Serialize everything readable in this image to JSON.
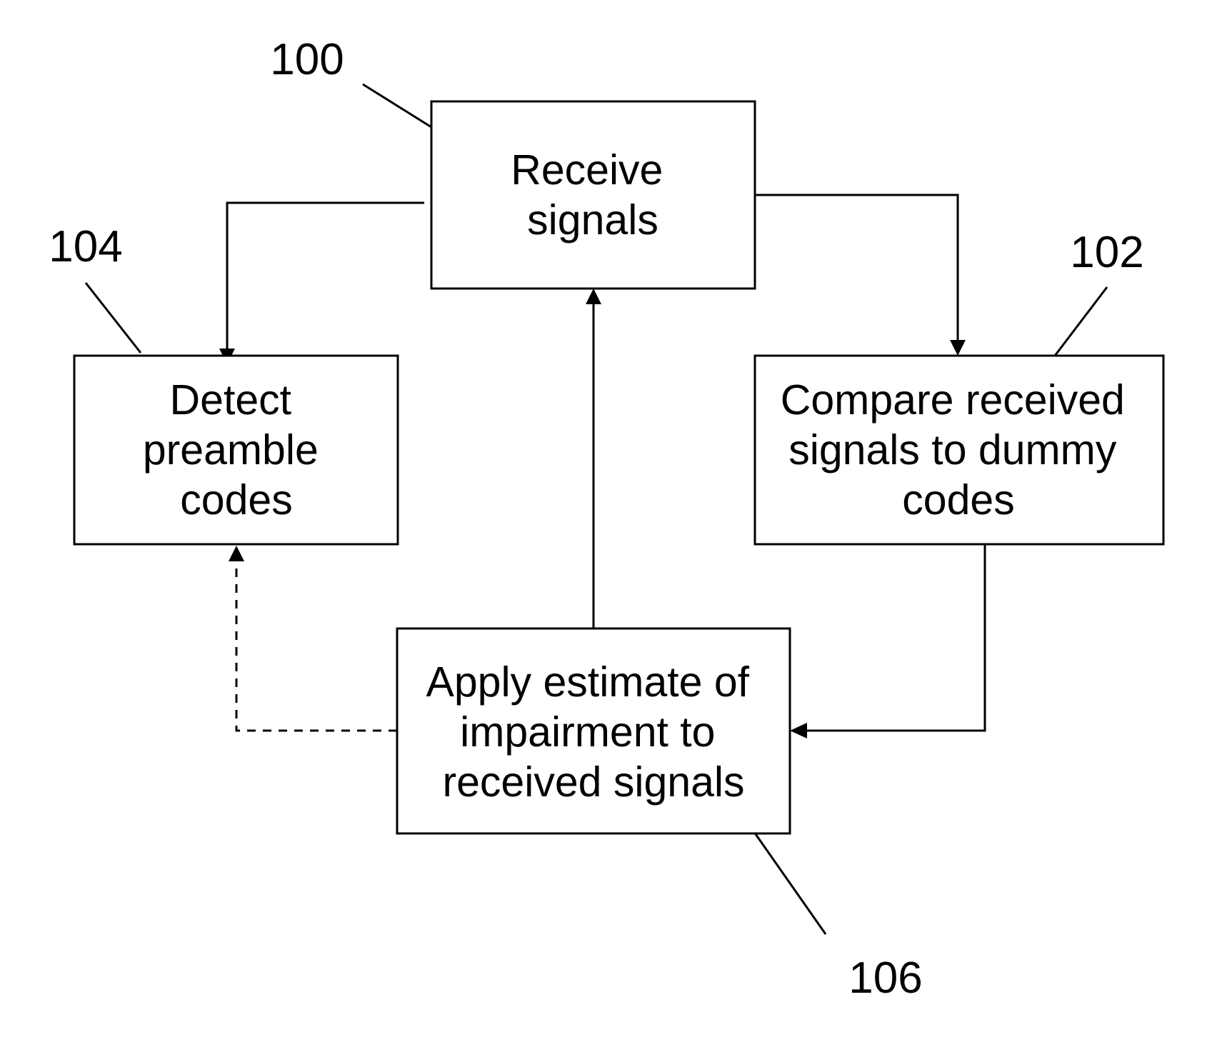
{
  "diagram": {
    "nodes": [
      {
        "id": "receive",
        "ref": "100",
        "lines": [
          "Receive",
          "signals"
        ]
      },
      {
        "id": "compare",
        "ref": "102",
        "lines": [
          "Compare received",
          "signals to dummy",
          "codes"
        ]
      },
      {
        "id": "detect",
        "ref": "104",
        "lines": [
          "Detect",
          "preamble",
          "codes"
        ]
      },
      {
        "id": "apply",
        "ref": "106",
        "lines": [
          "Apply estimate of",
          "impairment to",
          "received signals"
        ]
      }
    ],
    "edges": [
      {
        "from": "receive",
        "to": "detect",
        "style": "solid"
      },
      {
        "from": "receive",
        "to": "compare",
        "style": "solid"
      },
      {
        "from": "compare",
        "to": "apply",
        "style": "solid"
      },
      {
        "from": "apply",
        "to": "receive",
        "style": "solid"
      },
      {
        "from": "apply",
        "to": "detect",
        "style": "dashed"
      }
    ]
  }
}
